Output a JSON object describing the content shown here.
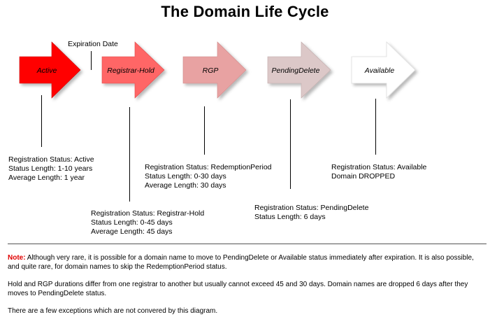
{
  "title": "The Domain Life Cycle",
  "expiration_label": "Expiration Date",
  "stages": [
    {
      "label": "Active",
      "color": "#ff0000"
    },
    {
      "label": "Registrar-Hold",
      "color": "#ff6666"
    },
    {
      "label": "RGP",
      "color": "#e8a2a2"
    },
    {
      "label": "PendingDelete",
      "color": "#dcc8c8"
    },
    {
      "label": "Available",
      "color": "#ffffff"
    }
  ],
  "status_blocks": [
    {
      "lines": [
        "Registration Status: Active",
        "Status Length: 1-10 years",
        "Average Length: 1 year"
      ]
    },
    {
      "lines": [
        "Registration Status: Registrar-Hold",
        "Status Length: 0-45 days",
        "Average Length: 45 days"
      ]
    },
    {
      "lines": [
        "Registration Status: RedemptionPeriod",
        "Status Length: 0-30 days",
        "Average Length: 30 days"
      ]
    },
    {
      "lines": [
        "Registration Status: PendingDelete",
        "Status Length: 6 days"
      ]
    },
    {
      "lines": [
        "Registration Status: Available",
        "Domain DROPPED"
      ]
    }
  ],
  "notes": {
    "note_label": "Note:",
    "note_text": " Although very rare, it is possible for a domain name to move to PendingDelete or Available status immediately after expiration.  It is also possible, and quite rare,  for domain names to skip the RedemptionPeriod status.",
    "hold_text": "Hold and RGP durations differ from one registrar to another but usually cannot exceed 45 and 30 days. Domain names are dropped 6 days after they moves to PendingDelete status.",
    "exceptions_text": "There are a few exceptions which are not convered by this diagram."
  }
}
